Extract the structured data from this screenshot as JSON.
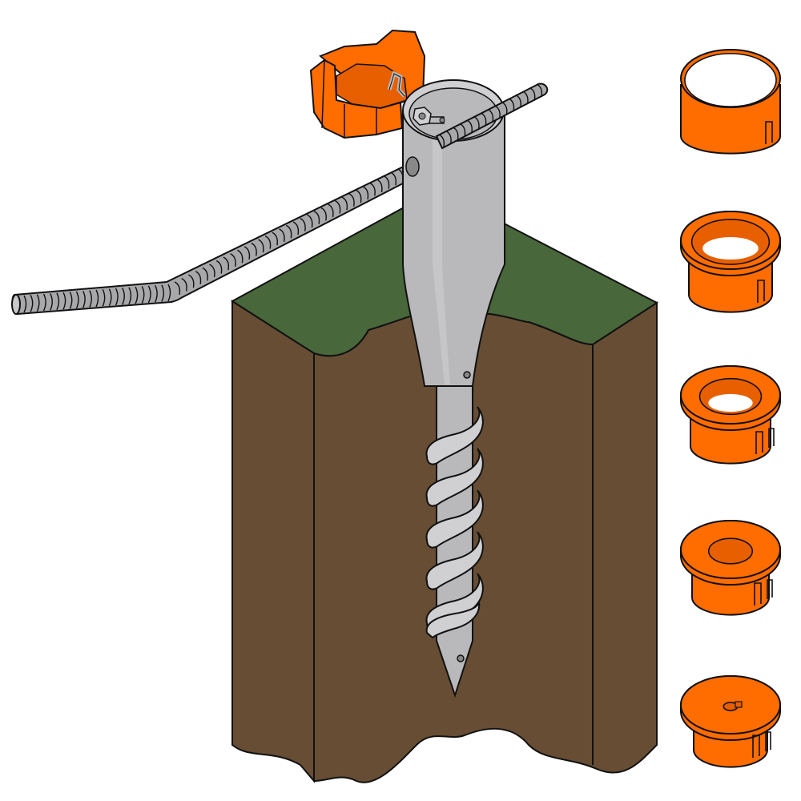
{
  "diagram": {
    "subject": "ground-screw-anchor",
    "colors": {
      "background": "#ffffff",
      "soil": "#664d33",
      "grass": "#48673a",
      "metal": "#b9b9bb",
      "metal_light": "#d0d0d2",
      "rebar": "#a8a8ab",
      "orange": "#ff6c00",
      "outline": "#111111"
    },
    "icons": {
      "soil_block": "soil-block",
      "grass_top": "grass-top",
      "anchor_sleeve": "anchor-sleeve",
      "screw_shaft": "screw-shaft",
      "helix_flight": "helix-flight",
      "rebar_rod": "rebar-rod",
      "clamp_bolt": "clamp-bolt",
      "octagonal_adapter": "octagonal-adapter",
      "reducer_ring": "reducer-ring"
    },
    "reducer_inserts": {
      "count": 5,
      "relative_inner_opening": [
        0.92,
        0.78,
        0.62,
        0.44,
        0.14
      ]
    }
  }
}
